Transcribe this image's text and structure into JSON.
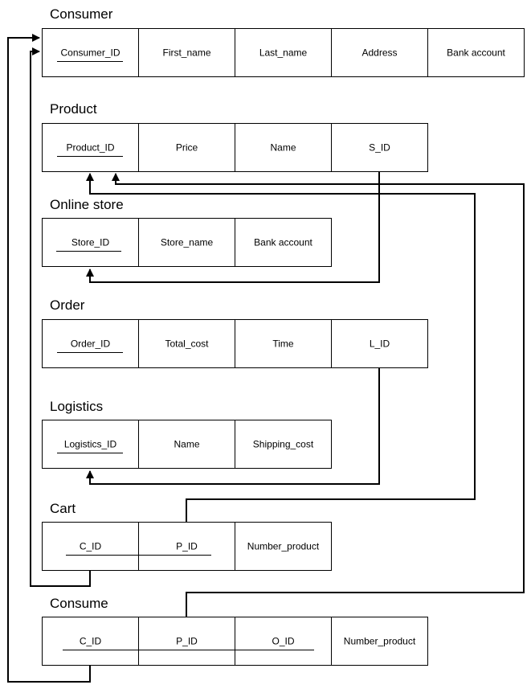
{
  "tables": [
    {
      "name": "Consumer",
      "columns": [
        "Consumer_ID",
        "First_name",
        "Last_name",
        "Address",
        "Bank account"
      ],
      "keys": [
        "Consumer_ID"
      ]
    },
    {
      "name": "Product",
      "columns": [
        "Product_ID",
        "Price",
        "Name",
        "S_ID"
      ],
      "keys": [
        "Product_ID"
      ]
    },
    {
      "name": "Online store",
      "columns": [
        "Store_ID",
        "Store_name",
        "Bank account"
      ],
      "keys": [
        "Store_ID"
      ]
    },
    {
      "name": "Order",
      "columns": [
        "Order_ID",
        "Total_cost",
        "Time",
        "L_ID"
      ],
      "keys": [
        "Order_ID"
      ]
    },
    {
      "name": "Logistics",
      "columns": [
        "Logistics_ID",
        "Name",
        "Shipping_cost"
      ],
      "keys": [
        "Logistics_ID"
      ]
    },
    {
      "name": "Cart",
      "columns": [
        "C_ID",
        "P_ID",
        "Number_product"
      ],
      "keys": [
        "C_ID",
        "P_ID"
      ]
    },
    {
      "name": "Consume",
      "columns": [
        "C_ID",
        "P_ID",
        "O_ID",
        "Number_product"
      ],
      "keys": [
        "C_ID",
        "P_ID",
        "O_ID"
      ]
    }
  ],
  "relationships": [
    {
      "from": "Product.S_ID",
      "to": "Online store.Store_ID"
    },
    {
      "from": "Order.L_ID",
      "to": "Logistics.Logistics_ID"
    },
    {
      "from": "Cart.C_ID",
      "to": "Consumer.Consumer_ID"
    },
    {
      "from": "Cart.P_ID",
      "to": "Product.Product_ID"
    },
    {
      "from": "Consume.C_ID",
      "to": "Consumer.Consumer_ID"
    },
    {
      "from": "Consume.P_ID",
      "to": "Product.Product_ID"
    }
  ]
}
